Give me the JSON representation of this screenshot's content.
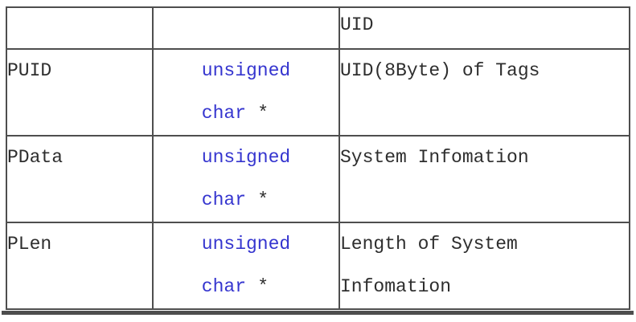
{
  "table": {
    "header": {
      "col1_label": "",
      "col2_label": "",
      "col3_label": "UID"
    },
    "rows": [
      {
        "name": "PUID",
        "type_line1": "unsigned",
        "type_line2_keyword": "char",
        "type_line2_star": "*",
        "desc_line1": "UID(8Byte) of Tags",
        "desc_line2": ""
      },
      {
        "name": "PData",
        "type_line1": "unsigned",
        "type_line2_keyword": "char",
        "type_line2_star": "*",
        "desc_line1": "System Infomation",
        "desc_line2": ""
      },
      {
        "name": "PLen",
        "type_line1": "unsigned",
        "type_line2_keyword": "char",
        "type_line2_star": "*",
        "desc_line1": "Length of System",
        "desc_line2": "Infomation"
      }
    ],
    "colors": {
      "type_text": "#3535cf",
      "body_text": "#2e2e2e",
      "grid_line": "#4e4e4e",
      "bottom_bar": "#4d4d4d"
    }
  }
}
